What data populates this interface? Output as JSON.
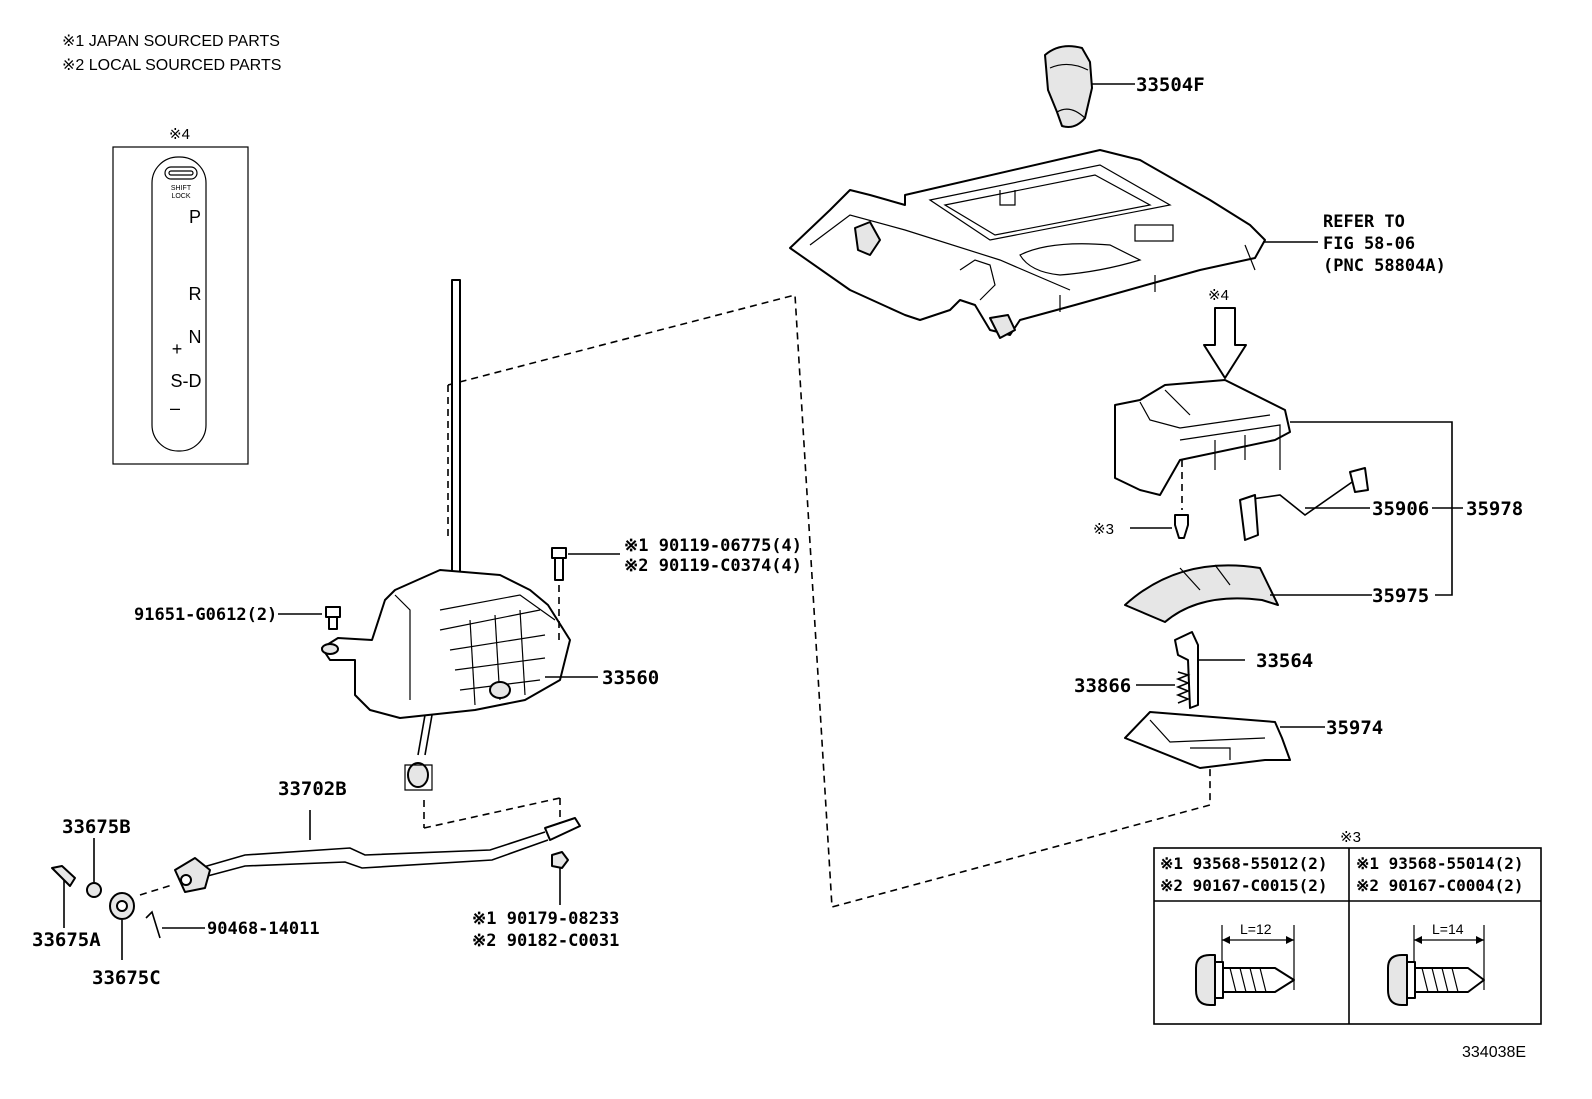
{
  "notes": {
    "line1": "※1 JAPAN SOURCED PARTS",
    "line2": "※2 LOCAL SOURCED PARTS"
  },
  "indicator_panel": {
    "ref_mark": "※4",
    "shift_lock_line1": "SHIFT",
    "shift_lock_line2": "LOCK",
    "gears": [
      "P",
      "R",
      "N",
      "S-D"
    ],
    "plus": "+",
    "minus": "–"
  },
  "callouts": {
    "knob": "33504F",
    "refer_line1": "REFER TO",
    "refer_line2": "FIG 58-06",
    "refer_line3": "(PNC 58804A)",
    "arrow_mark": "※4",
    "screw_mark": "※3",
    "p35906": "35906",
    "p35978": "35978",
    "p35975": "35975",
    "p33564": "33564",
    "p33866": "33866",
    "p35974": "35974",
    "bolt_top_1": "※1 90119-06775(4)",
    "bolt_top_2": "※2 90119-C0374(4)",
    "bolt_left": "91651-G0612(2)",
    "p33560": "33560",
    "p33702B": "33702B",
    "p33675B": "33675B",
    "p33675A": "33675A",
    "p33675C": "33675C",
    "pin": "90468-14011",
    "nut_1": "※1 90179-08233",
    "nut_2": "※2 90182-C0031"
  },
  "screw_table": {
    "mark": "※3",
    "col1_line1": "※1 93568-55012(2)",
    "col1_line2": "※2 90167-C0015(2)",
    "col2_line1": "※1 93568-55014(2)",
    "col2_line2": "※2 90167-C0004(2)",
    "col1_length": "L=12",
    "col2_length": "L=14"
  },
  "figure_id": "334038E"
}
